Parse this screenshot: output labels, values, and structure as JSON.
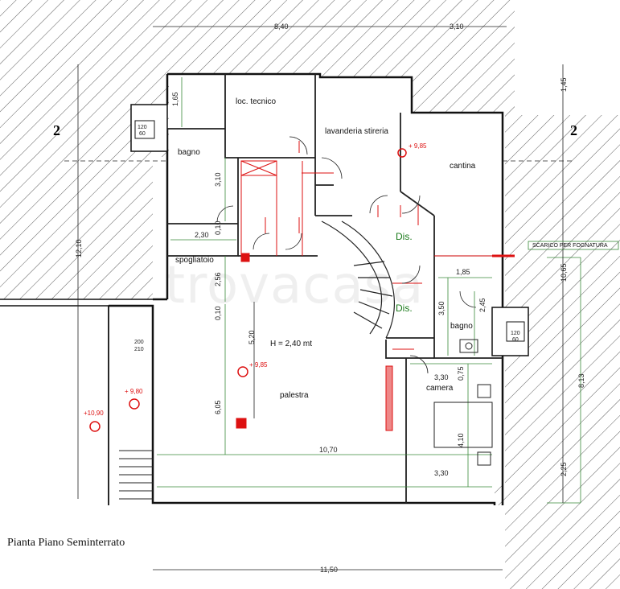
{
  "caption": "Pianta Piano Seminterrato",
  "watermark": "trovacasa",
  "section_marks": {
    "left": "2",
    "right": "2"
  },
  "rooms": {
    "loc_tecnico": "loc. tecnico",
    "lavanderia": "lavanderia stireria",
    "bagno_top": "bagno",
    "cantina": "cantina",
    "spogliatoio": "spogliatoio",
    "dis_top": "Dis.",
    "dis_bottom": "Dis.",
    "bagno_right": "bagno",
    "palestra": "palestra",
    "camera": "camera",
    "height_note": "H = 2,40 mt",
    "scarico": "SCARICO PER FOGNATURA"
  },
  "dimensions": {
    "top_8_40": "8,40",
    "top_3_10": "3,10",
    "v_1_65": "1,65",
    "v_3_10": "3,10",
    "h_2_30": "2,30",
    "v_0_10a": "0,10",
    "v_2_56": "2,56",
    "v_0_10b": "0,10",
    "v_5_20": "5,20",
    "v_6_05": "6,05",
    "h_10_70": "10,70",
    "h_1_85": "1,85",
    "v_3_50": "3,50",
    "v_2_45": "2,45",
    "h_3_30a": "3,30",
    "v_0_75": "0,75",
    "v_4_10": "4,10",
    "h_3_30b": "3,30",
    "left_12_10": "12,10",
    "right_1_45": "1,45",
    "right_10_65": "10,65",
    "right_8_13": "8,13",
    "right_2_25": "2,25",
    "bottom_11_50": "11,50"
  },
  "windows": {
    "w_left_top": "120",
    "w_left_bot": "60",
    "w_right_top": "120",
    "w_right_bot": "60",
    "door_top": "200",
    "door_bot": "210"
  },
  "elevations": {
    "e1": "+ 9,85",
    "e2": "+ 9,85",
    "e3": "+ 9,80",
    "e4": "+10,90"
  }
}
